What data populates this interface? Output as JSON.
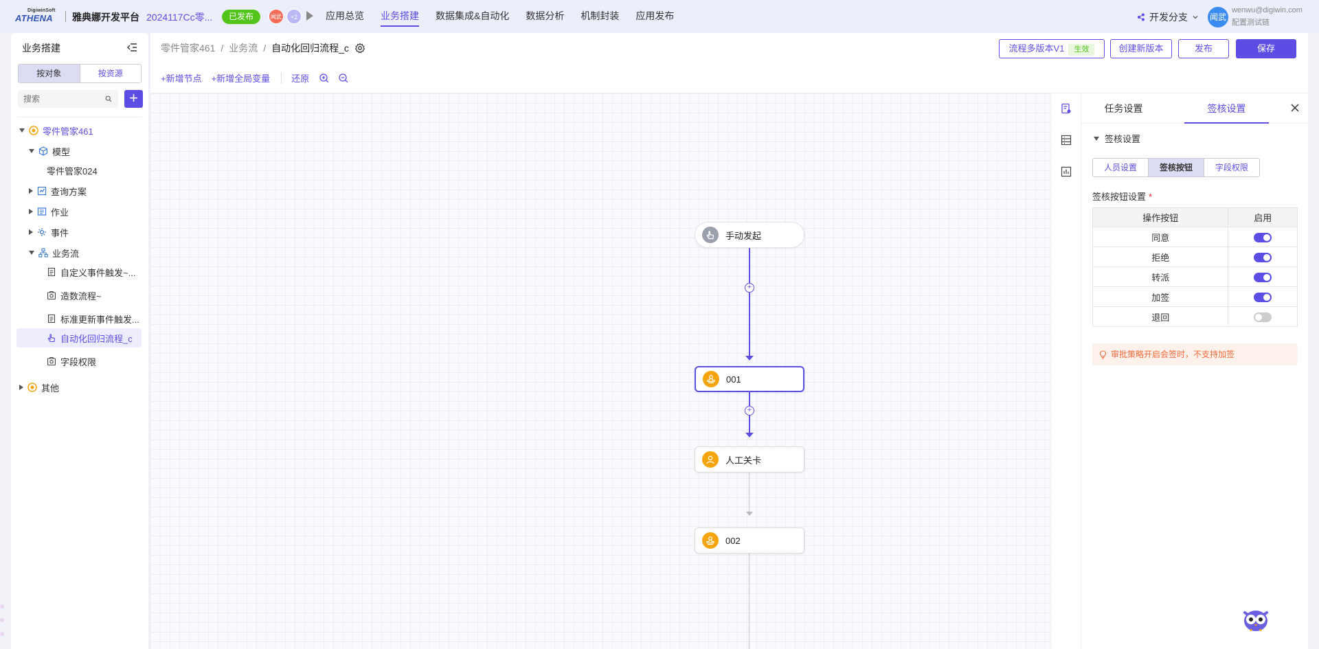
{
  "topbar": {
    "logo_top": "DigiwinSoft",
    "logo_main": "ATHENA",
    "platform": "雅典娜开发平台",
    "app_name": "2024117Cc零...",
    "status_badge": "已发布",
    "collab_avatar": "闻武",
    "collab_more": "+2",
    "nav": [
      "应用总览",
      "业务搭建",
      "数据集成&自动化",
      "数据分析",
      "机制封装",
      "应用发布"
    ],
    "active_nav": "业务搭建",
    "branch": "开发分支",
    "user_avatar": "闻武",
    "user_email": "wenwu@digiwin.com",
    "user_role": "配置测试链"
  },
  "sidebar": {
    "title": "业务搭建",
    "toggle": [
      "按对象",
      "按资源"
    ],
    "search_placeholder": "搜索",
    "tree": {
      "root": "零件管家461",
      "model": "模型",
      "model_child": "零件管家024",
      "query": "查询方案",
      "job": "作业",
      "event": "事件",
      "flow": "业务流",
      "flow_items": [
        "自定义事件触发~...",
        "造数流程~",
        "标准更新事件触发...",
        "自动化回归流程_c",
        "字段权限"
      ],
      "other": "其他"
    }
  },
  "header": {
    "breadcrumb": [
      "零件管家461",
      "业务流",
      "自动化回归流程_c"
    ],
    "version_btn": "流程多版本V1",
    "version_tag": "生效",
    "create_version": "创建新版本",
    "publish": "发布",
    "save": "保存"
  },
  "toolbar": {
    "add_node": "+新增节点",
    "add_var": "+新增全局变量",
    "restore": "还原"
  },
  "flow": {
    "nodes": [
      "手动发起",
      "001",
      "人工关卡",
      "002"
    ]
  },
  "panel": {
    "tabs": [
      "任务设置",
      "签核设置"
    ],
    "active_tab": "签核设置",
    "section": "签核设置",
    "subtabs": [
      "人员设置",
      "签核按钮",
      "字段权限"
    ],
    "active_subtab": "签核按钮",
    "field_label": "签核按钮设置",
    "required_mark": "*",
    "table_headers": [
      "操作按钮",
      "启用"
    ],
    "buttons": [
      {
        "name": "同意",
        "enabled": true
      },
      {
        "name": "拒绝",
        "enabled": true
      },
      {
        "name": "转派",
        "enabled": true
      },
      {
        "name": "加签",
        "enabled": true
      },
      {
        "name": "退回",
        "enabled": false
      }
    ],
    "warning": "审批策略开启会签时，不支持加签"
  },
  "colors": {
    "accent": "#5c4ee5",
    "success": "#52c41a",
    "warning": "#f26b3a",
    "node_orange": "#f5a40c"
  }
}
